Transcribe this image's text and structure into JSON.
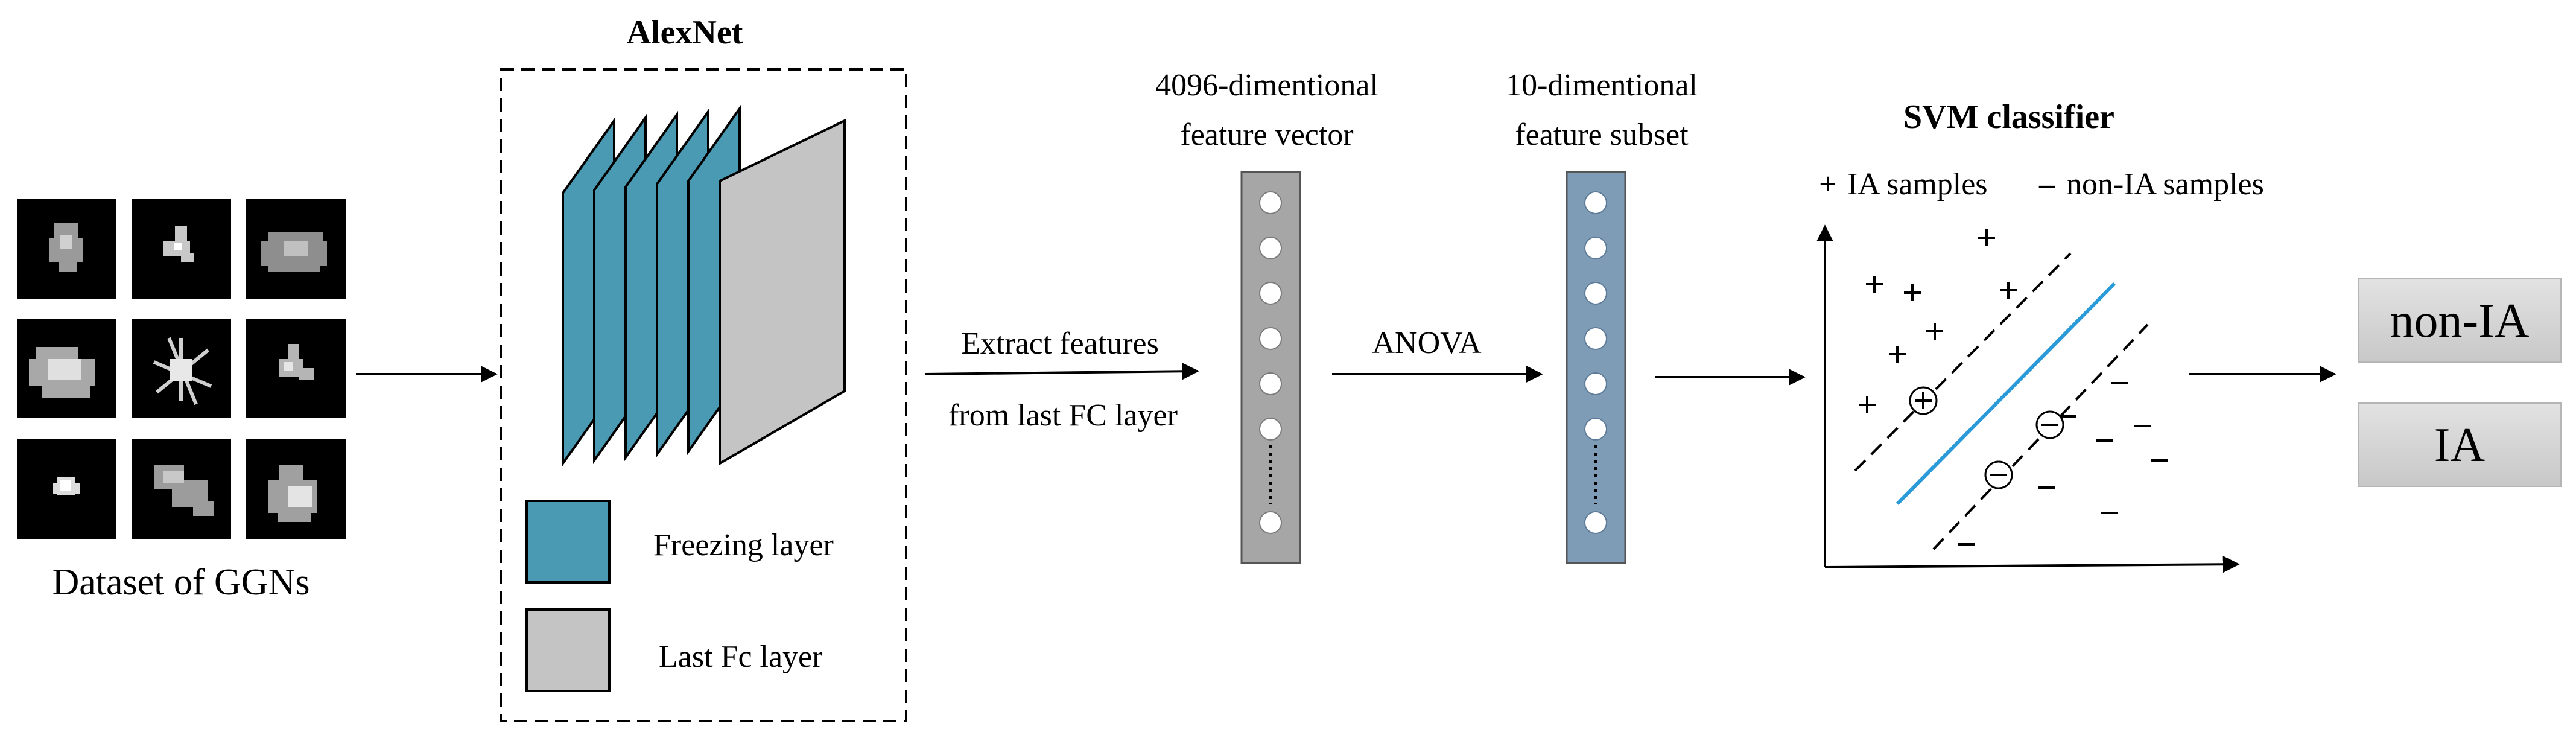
{
  "dataset": {
    "label": "Dataset of GGNs"
  },
  "alexnet": {
    "title": "AlexNet",
    "legend": {
      "freezing_label": "Freezing layer",
      "last_fc_label": "Last Fc layer"
    }
  },
  "extract": {
    "line1": "Extract features",
    "line2": "from last FC layer"
  },
  "feature_vector": {
    "line1": "4096-dimentional",
    "line2": "feature vector"
  },
  "anova": {
    "label": "ANOVA"
  },
  "feature_subset": {
    "line1": "10-dimentional",
    "line2": "feature subset"
  },
  "svm": {
    "title": "SVM classifier",
    "legend": {
      "ia_label": "IA samples",
      "non_ia_label": "non-IA samples"
    }
  },
  "outputs": {
    "non_ia": "non-IA",
    "ia": "IA"
  },
  "colors": {
    "freezing": "#4a9ab3",
    "last_fc": "#c4c4c4",
    "vector_column": "#a6a6a6",
    "subset_column": "#7f9cb7",
    "hyperplane": "#2b9ad8",
    "output_box": "#d3d3d3"
  }
}
